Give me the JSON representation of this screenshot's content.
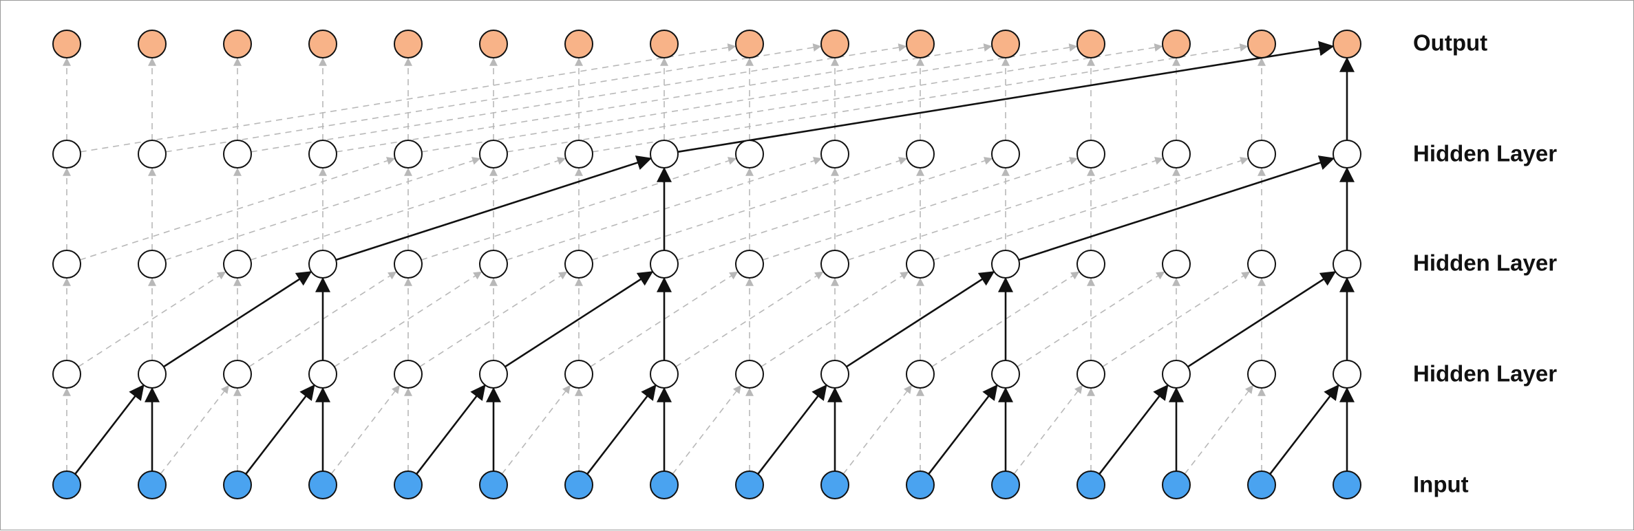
{
  "diagram": {
    "layers": [
      {
        "label": "Input",
        "role": "input"
      },
      {
        "label": "Hidden Layer",
        "role": "hidden"
      },
      {
        "label": "Hidden Layer",
        "role": "hidden"
      },
      {
        "label": "Hidden Layer",
        "role": "hidden"
      },
      {
        "label": "Output",
        "role": "output"
      }
    ],
    "timesteps": 16,
    "dilations": [
      1,
      2,
      4,
      8
    ],
    "highlighted_output": 15,
    "colors": {
      "input_fill": "#4aa3f0",
      "output_fill": "#f8b388",
      "hidden_fill": "#ffffff",
      "node_stroke": "#111111",
      "active_edge": "#111111",
      "inactive_edge": "#b8b8b8"
    }
  }
}
